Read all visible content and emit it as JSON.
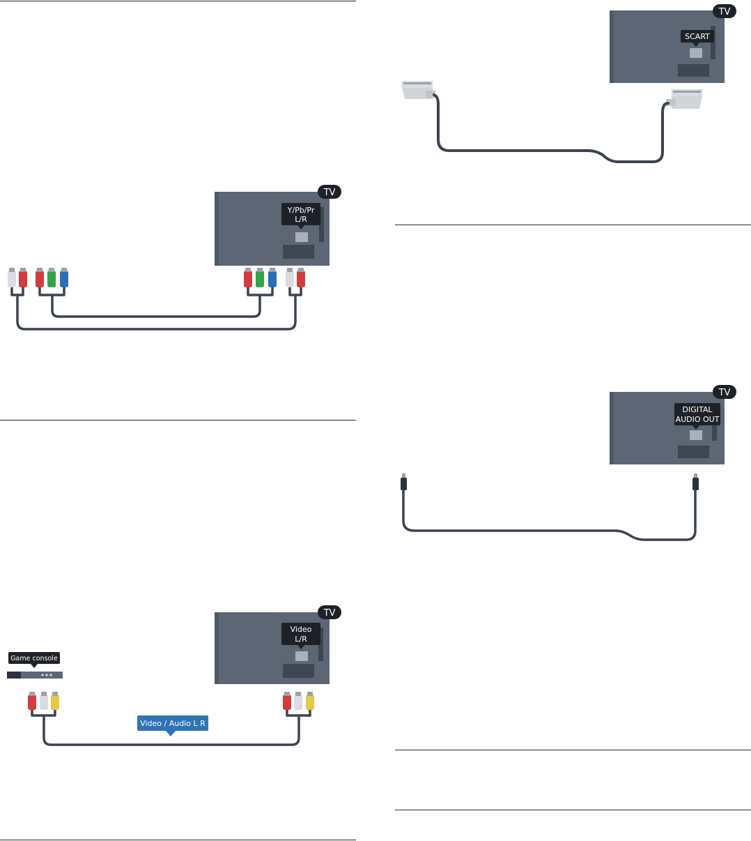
{
  "diagrams": {
    "component": {
      "device_label": "TV",
      "port_label_line1": "Y/Pb/Pr",
      "port_label_line2": "L/R"
    },
    "composite": {
      "device_label": "TV",
      "port_label_line1": "Video",
      "port_label_line2": "L/R",
      "source_label": "Game console",
      "cable_label": "Video / Audio L R"
    },
    "scart": {
      "device_label": "TV",
      "port_label": "SCART"
    },
    "digital_audio": {
      "device_label": "TV",
      "port_label_line1": "DIGITAL",
      "port_label_line2": "AUDIO OUT"
    }
  },
  "colors": {
    "tv_body": "#5d6674",
    "tv_stripe": "#3e4651",
    "label_bg": "#1e2228",
    "cable": "#3b4350",
    "cable_label_bg": "#2f74b5",
    "plug_white": "#d9dde1",
    "plug_red": "#d33b3e",
    "plug_green": "#37a04a",
    "plug_blue": "#2a6fb8",
    "plug_yellow": "#e6c74a"
  }
}
